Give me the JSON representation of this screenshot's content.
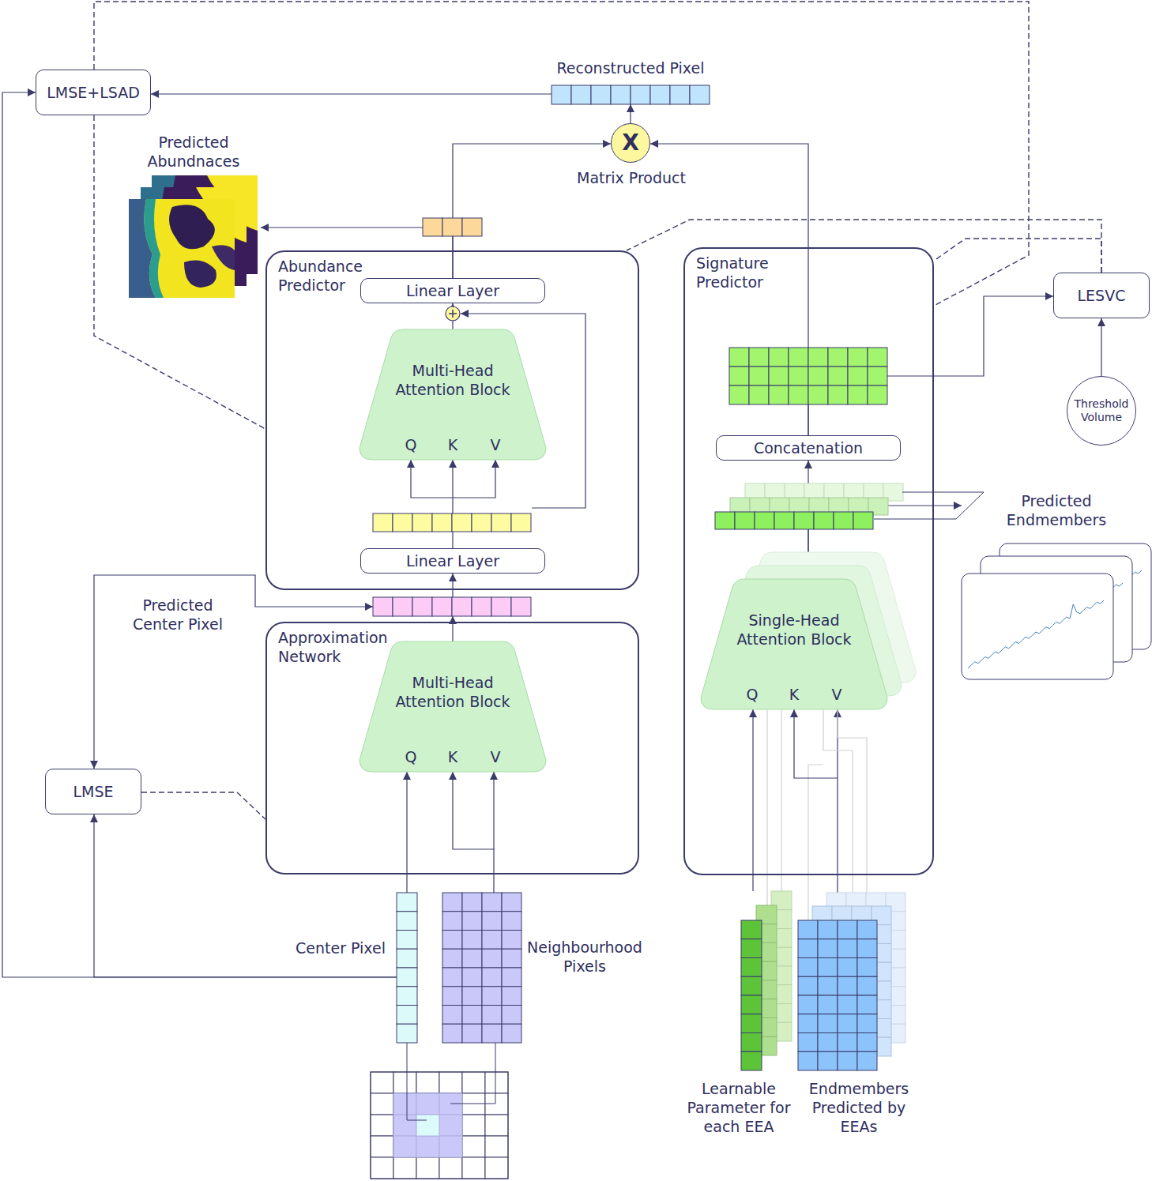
{
  "diagram": {
    "nodes": [
      {
        "text": [
          "LMSE+LSAD"
        ]
      },
      {
        "text": [
          "Reconstructed Pixel"
        ]
      },
      {
        "text": [
          "X",
          "Matrix Product"
        ]
      },
      {
        "text": [
          "Predicted Abundnaces"
        ]
      },
      {
        "text": [
          "Abundance Predictor"
        ]
      },
      {
        "text": [
          "Linear Layer"
        ],
        "in": 4
      },
      {
        "text": [
          "Multi-Head Attention Block",
          "Q",
          "K",
          "V"
        ],
        "in": 4
      },
      {
        "text": [
          "Linear Layer"
        ],
        "in": 4
      },
      {
        "text": [
          "Predicted Center Pixel"
        ]
      },
      {
        "text": [
          "Approximation Network"
        ]
      },
      {
        "text": [
          "Multi-Head Attention Block",
          "Q",
          "K",
          "V"
        ],
        "in": 9
      },
      {
        "text": [
          "LMSE"
        ]
      },
      {
        "text": [
          "Center Pixel"
        ]
      },
      {
        "text": [
          "Neighbourhood Pixels"
        ]
      },
      {
        "text": [
          "Signature Predictor"
        ]
      },
      {
        "text": [
          "Concatenation"
        ],
        "in": 14
      },
      {
        "text": [
          "Single-Head Attention Block",
          "Q",
          "K",
          "V"
        ],
        "in": 14
      },
      {
        "text": [
          "LESVC"
        ]
      },
      {
        "text": [
          "Threshold Volume"
        ]
      },
      {
        "text": [
          "Predicted Endmembers"
        ]
      },
      {
        "text": [
          "Learnable Parameter for each EEA"
        ]
      },
      {
        "text": [
          "Endmembers Predicted by EEAs"
        ]
      }
    ],
    "edges": [
      {
        "from": 1,
        "to": 0,
        "arrow": "to"
      },
      {
        "from": 2,
        "to": 1,
        "arrow": "to"
      },
      {
        "from": 5,
        "to": 2,
        "arrow": "to"
      },
      {
        "from": 5,
        "to": 3,
        "arrow": "to"
      },
      {
        "from": 16,
        "to": 15,
        "arrow": "to"
      },
      {
        "from": 15,
        "to": 2,
        "arrow": "to"
      },
      {
        "from": 15,
        "to": 17,
        "arrow": "to"
      },
      {
        "from": 18,
        "to": 17,
        "arrow": "to"
      },
      {
        "from": 16,
        "to": 19,
        "arrow": "to"
      },
      {
        "from": 7,
        "to": 6,
        "arrow": "to"
      },
      {
        "from": 6,
        "to": 5,
        "arrow": "to"
      },
      {
        "from": 10,
        "to": 8,
        "arrow": "to"
      },
      {
        "from": 8,
        "to": 7,
        "arrow": "to"
      },
      {
        "from": 8,
        "to": 11,
        "arrow": "both"
      },
      {
        "from": 12,
        "to": 11,
        "arrow": "to"
      },
      {
        "from": 12,
        "to": 0,
        "arrow": "to"
      },
      {
        "from": 12,
        "to": 10,
        "arrow": "to"
      },
      {
        "from": 13,
        "to": 10,
        "arrow": "to"
      },
      {
        "from": 20,
        "to": 16,
        "arrow": "to"
      },
      {
        "from": 21,
        "to": 16,
        "arrow": "to"
      },
      {
        "from": 0,
        "to": 4,
        "arrow": "none"
      },
      {
        "from": 0,
        "to": 14,
        "arrow": "none"
      },
      {
        "from": 11,
        "to": 9,
        "arrow": "none"
      },
      {
        "from": 17,
        "to": 4,
        "arrow": "none"
      },
      {
        "from": 17,
        "to": 14,
        "arrow": "none"
      }
    ]
  }
}
